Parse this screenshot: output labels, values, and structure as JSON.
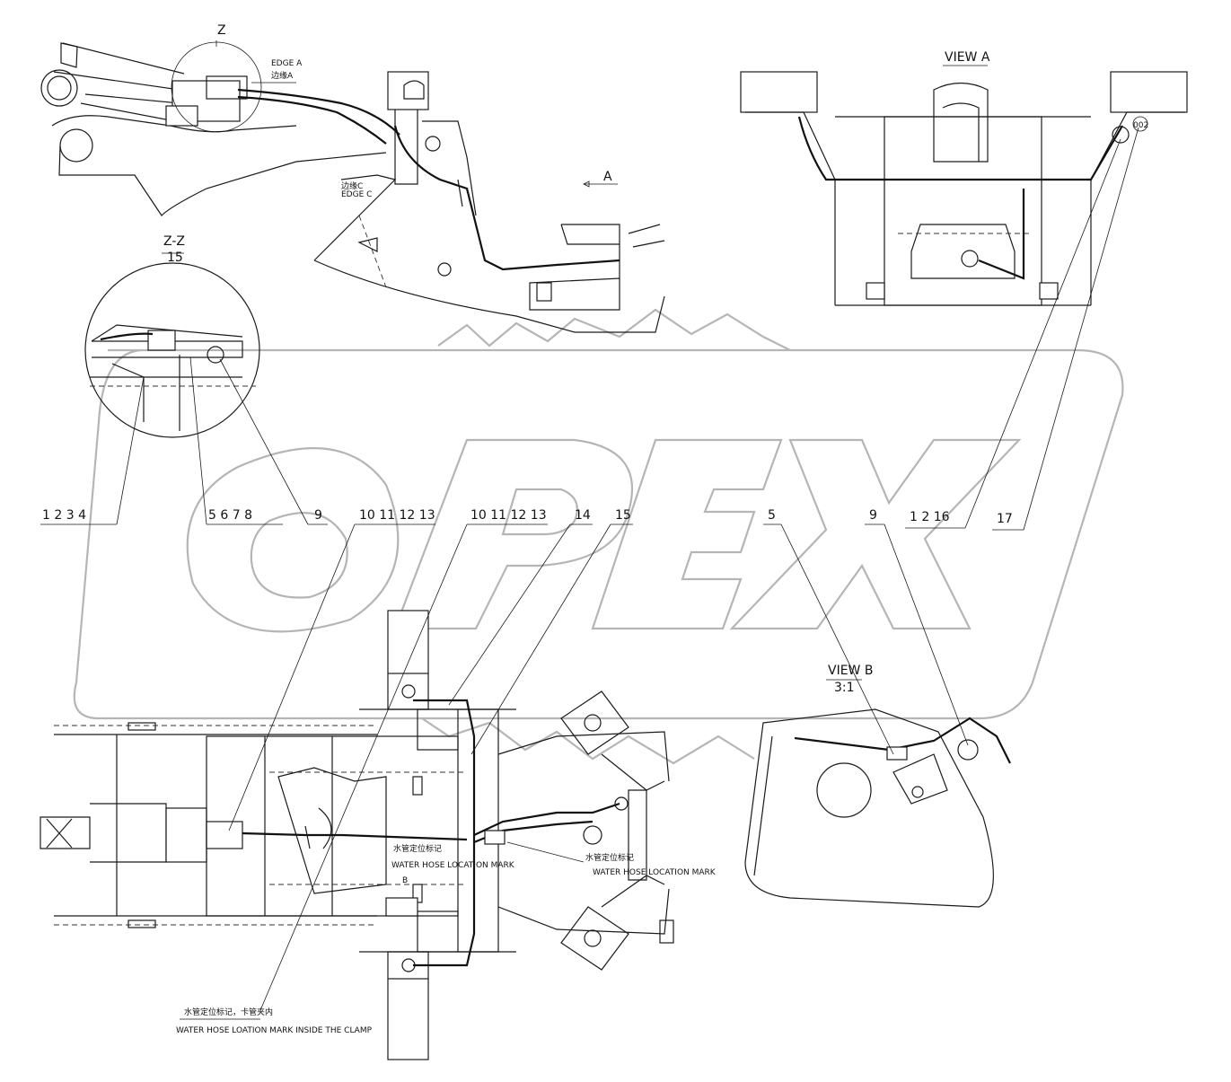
{
  "views": {
    "z_mark": "Z",
    "zz_title": "Z-Z",
    "zz_scale": "15",
    "view_a_title": "VIEW A",
    "view_b_title": "VIEW B",
    "view_b_scale": "3:1",
    "arrow_a": "A",
    "section_b": "B"
  },
  "edge_labels": {
    "edge_a": "EDGE A",
    "edge_a_cn": "边缘A",
    "edge_c": "EDGE C",
    "edge_c_cn": "边缘C"
  },
  "callouts": [
    {
      "id": "c1",
      "text": "1 2 3 4"
    },
    {
      "id": "c2",
      "text": "5 6 7 8"
    },
    {
      "id": "c3",
      "text": "9"
    },
    {
      "id": "c4",
      "text": "10 11 12 13"
    },
    {
      "id": "c5",
      "text": "10 11 12 13"
    },
    {
      "id": "c6",
      "text": "14"
    },
    {
      "id": "c7",
      "text": "15"
    },
    {
      "id": "c8",
      "text": "5"
    },
    {
      "id": "c9",
      "text": "9"
    },
    {
      "id": "c10",
      "text": "1 2 16"
    },
    {
      "id": "c11",
      "text": "17"
    }
  ],
  "notes": {
    "hose_mark_cn": "水管定位标记",
    "hose_mark_en": "WATER HOSE LOCATION MARK",
    "hose_mark_cn_2": "水管定位标记",
    "hose_mark_en_2": "WATER HOSE LOCATION MARK",
    "clamp_mark_cn": "水管定位标记，卡管夹内",
    "clamp_mark_en": "WATER HOSE LOATION MARK INSIDE THE CLAMP",
    "gauge_ref": "002"
  },
  "watermark": {
    "text": "OPEX",
    "color": "#b5b5b5"
  }
}
